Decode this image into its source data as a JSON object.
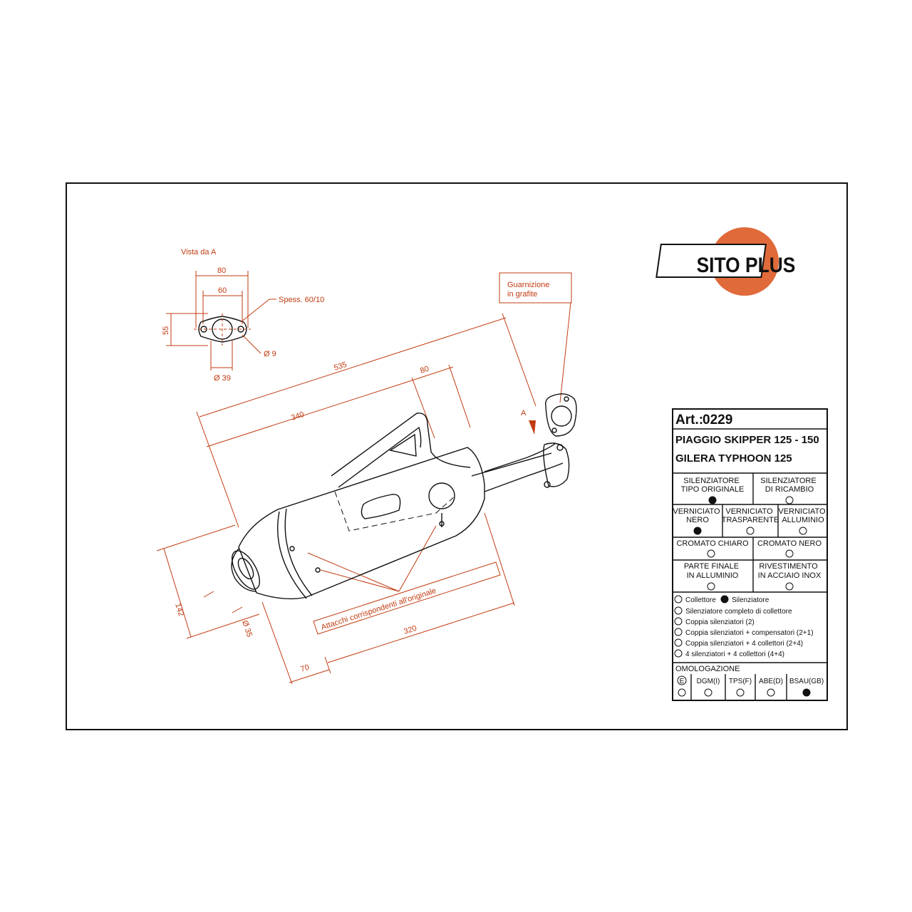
{
  "view": {
    "title": "Vista da A",
    "guarnizione": "Guarnizione\nin grafite",
    "arrow_label": "A"
  },
  "flange": {
    "width_outer": "80",
    "width_inner": "60",
    "height": "55",
    "thickness": "Spess. 60/10",
    "hole": "Ø 9",
    "bore": "Ø 39"
  },
  "dims": {
    "overall": "535",
    "body": "340",
    "top": "80",
    "height": "142",
    "tip": "Ø 35",
    "bottom": "320",
    "offset": "70",
    "attachments": "Attacchi corrispondenti all'originale"
  },
  "logo": {
    "text": "SITO PLUS",
    "color": "#e06a3a"
  },
  "table": {
    "art_label": "Art.:",
    "art_no": "0229",
    "model1": "PIAGGIO SKIPPER 125 - 150",
    "model2": "GILERA TYPHOON 125",
    "sil_orig": "SILENZIATORE\nTIPO ORIGINALE",
    "sil_ric": "SILENZIATORE\nDI RICAMBIO",
    "vern_nero": "VERNICIATO\nNERO",
    "vern_trasp": "VERNICIATO\nTRASPARENTE",
    "vern_all": "VERNICIATO\nALLUMINIO",
    "crom_chiaro": "CROMATO CHIARO",
    "crom_nero": "CROMATO NERO",
    "parte_finale": "PARTE FINALE\nIN ALLUMINIO",
    "rivestimento": "RIVESTIMENTO\nIN ACCIAIO INOX",
    "collettore": "Collettore",
    "silenziatore": "Silenziatore",
    "opt1": "Silenziatore completo di collettore",
    "opt2": "Coppia silenziatori (2)",
    "opt3": "Coppia silenziatori + compensatori (2+1)",
    "opt4": "Coppia silenziatori + 4 collettori (2+4)",
    "opt5": "4 silenziatori + 4 collettori (4+4)",
    "omologazione": "OMOLOGAZIONE",
    "hom_e": "E",
    "hom_dgm": "DGM(I)",
    "hom_tps": "TPS(F)",
    "hom_abe": "ABE(D)",
    "hom_bsau": "BSAU(GB)"
  }
}
